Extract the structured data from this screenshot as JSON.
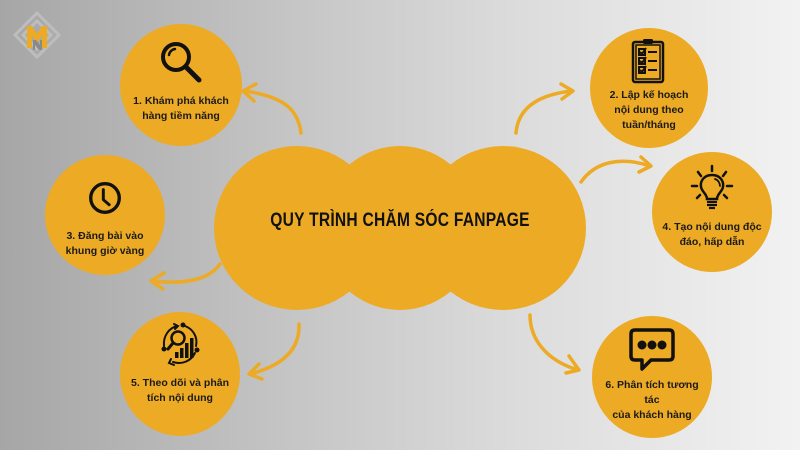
{
  "colors": {
    "accent": "#EDAA24",
    "text": "#111111",
    "background_left": "#a6a6a6",
    "background_right": "#f2f2f2"
  },
  "logo": {
    "icon": "monogram-logo-icon"
  },
  "center": {
    "title": "QUY TRÌNH CHĂM SÓC FANPAGE"
  },
  "steps": [
    {
      "label": "1. Khám phá khách\nhàng tiềm năng",
      "icon": "magnifier-icon"
    },
    {
      "label": "2. Lập kế hoạch\nnội dung theo\ntuần/tháng",
      "icon": "clipboard-checklist-icon"
    },
    {
      "label": "3. Đăng bài vào\nkhung giờ vàng",
      "icon": "clock-icon"
    },
    {
      "label": "4. Tạo nội dung độc\nđáo, hấp dẫn",
      "icon": "lightbulb-icon"
    },
    {
      "label": "5. Theo dõi và phân\ntích nội dung",
      "icon": "analytics-cycle-icon"
    },
    {
      "label": "6. Phân tích tương tác\ncủa khách hàng",
      "icon": "chat-bubble-icon"
    }
  ]
}
